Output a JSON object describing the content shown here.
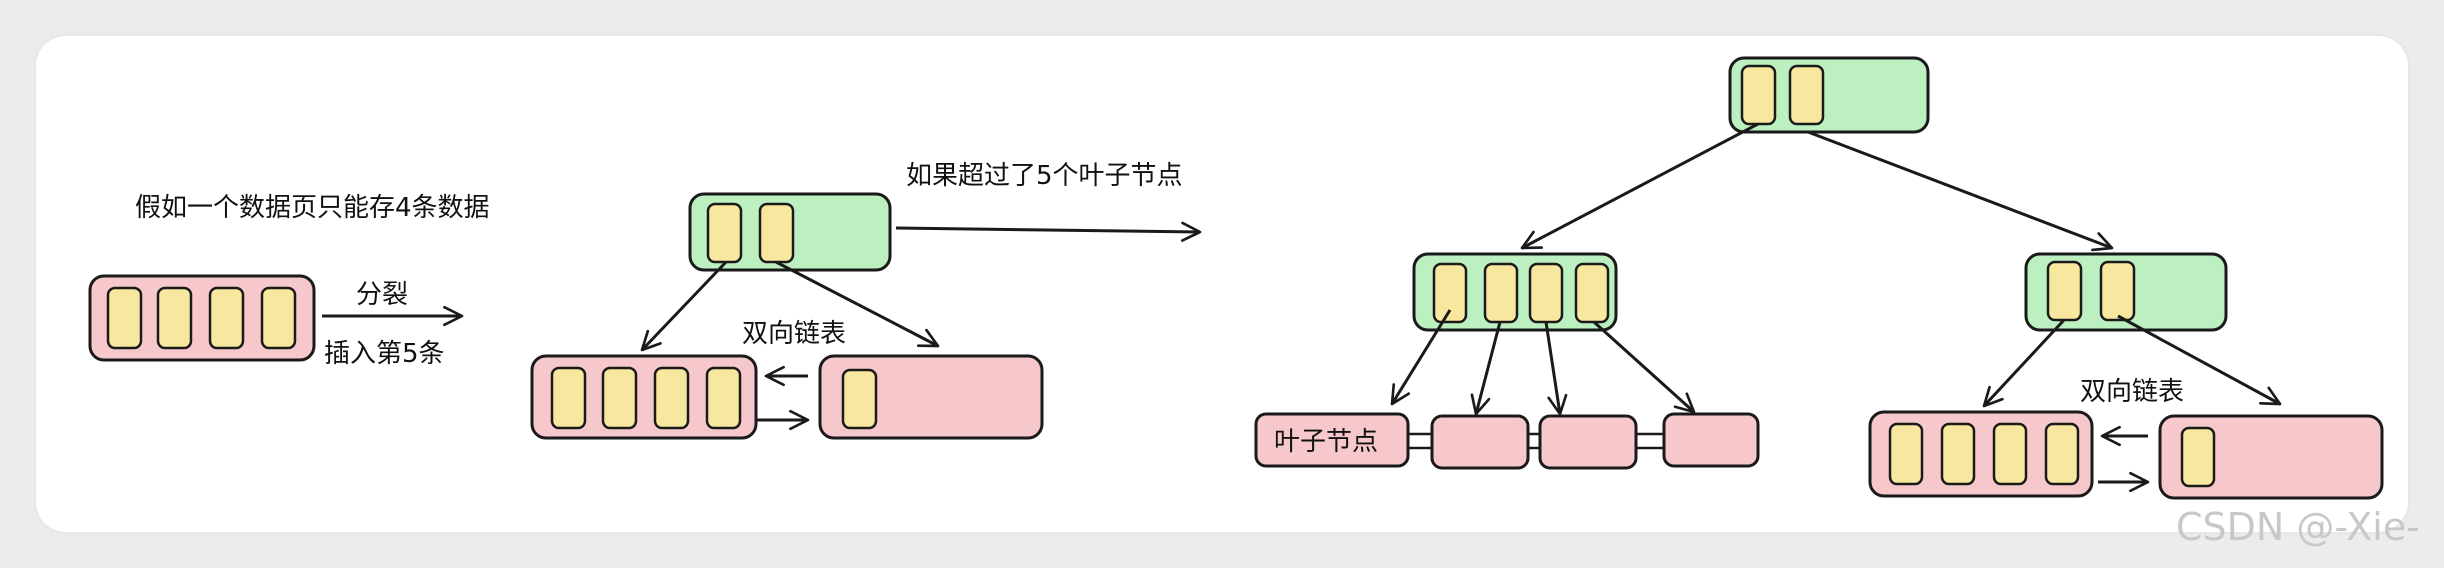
{
  "colors": {
    "leaf_fill": "#f6c8cb",
    "internal_fill": "#bdf0c0",
    "slot_fill": "#f8e79f",
    "stroke": "#1a1a1a",
    "background": "#ececec",
    "card": "#ffffff",
    "watermark": "#c8c8c8"
  },
  "labels": {
    "assumption": "假如一个数据页只能存4条数据",
    "split": "分裂",
    "insert_fifth": "插入第5条",
    "over_five_leaves": "如果超过了5个叶子节点",
    "doubly_linked_1": "双向链表",
    "leaf_nodes": "叶子节点",
    "doubly_linked_2": "双向链表"
  },
  "watermark": "CSDN @-Xie-"
}
